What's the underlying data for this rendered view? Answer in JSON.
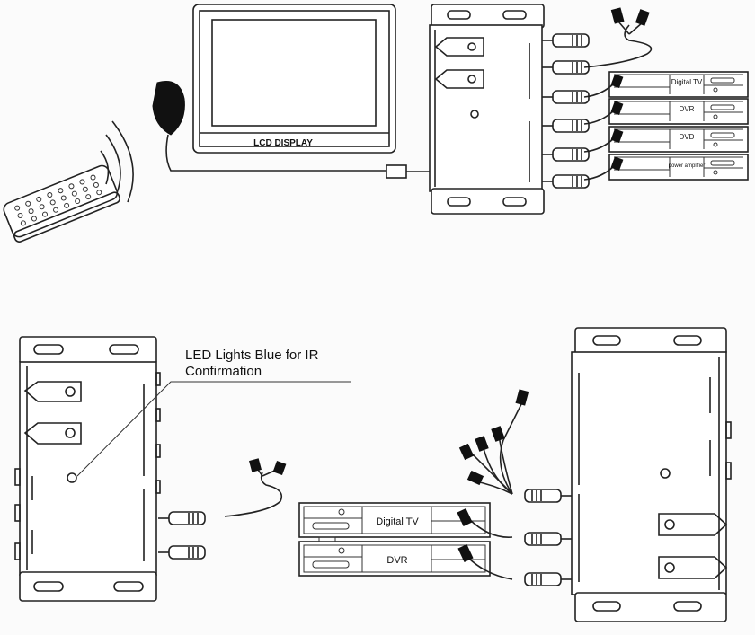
{
  "top_diagram": {
    "monitor_label": "LCD DISPLAY",
    "devices": [
      "Digital TV",
      "DVR",
      "DVD",
      "power amplifier"
    ]
  },
  "bottom_diagram": {
    "callout": {
      "line1": "LED Lights Blue for IR",
      "line2": "Confirmation"
    },
    "devices": [
      "Digital TV",
      "DVR"
    ]
  },
  "colors": {
    "ink": "#222222",
    "paper": "#fbfbfb"
  }
}
